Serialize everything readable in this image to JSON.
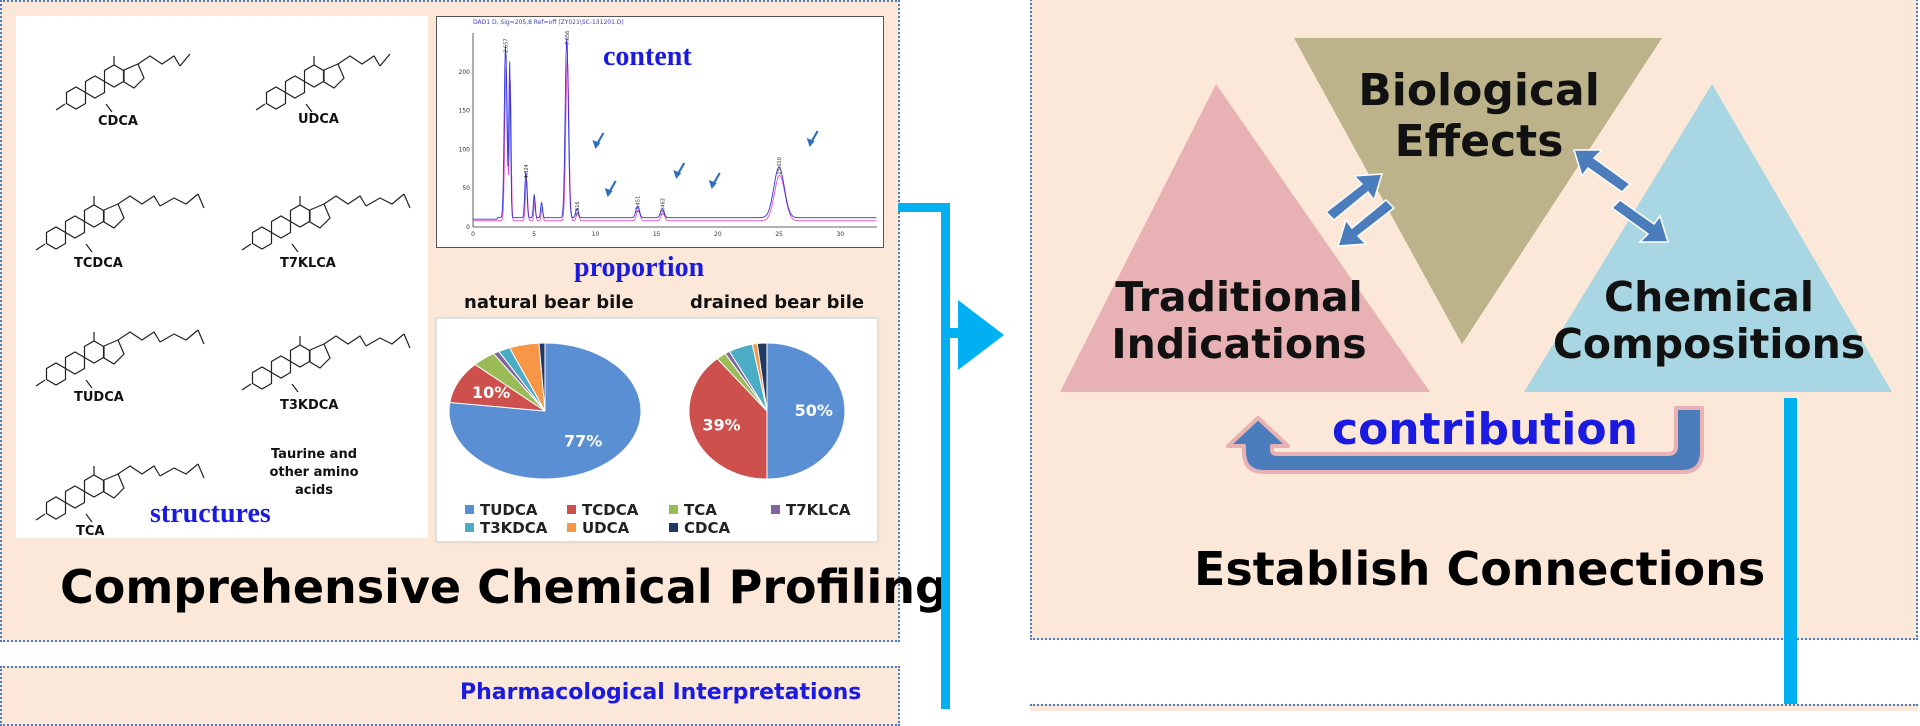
{
  "profiling": {
    "title": "Comprehensive Chemical Profiling",
    "structures_label": "structures",
    "content_label": "content",
    "proportion_label": "proportion",
    "compounds": [
      "CDCA",
      "UDCA",
      "TCDCA",
      "T7KLCA",
      "TUDCA",
      "T3KDCA",
      "TCA"
    ],
    "taurine_note": "Taurine and other amino acids",
    "chromatogram_header": "DAD1 D, Sig=205,8 Ref=off (ZY021\\SC-131201.D)",
    "pie_titles": [
      "natural bear bile",
      "drained bear bile"
    ]
  },
  "chart_data": [
    {
      "type": "pie",
      "title": "natural bear bile",
      "categories": [
        "TUDCA",
        "TCDCA",
        "TCA",
        "T7KLCA",
        "T3KDCA",
        "UDCA",
        "CDCA"
      ],
      "values": [
        77,
        10,
        4,
        1,
        2,
        5,
        1
      ],
      "data_labels": [
        "77%",
        "10%"
      ],
      "legend": "bottom"
    },
    {
      "type": "pie",
      "title": "drained bear bile",
      "categories": [
        "TUDCA",
        "TCDCA",
        "TCA",
        "T7KLCA",
        "T3KDCA",
        "UDCA",
        "CDCA"
      ],
      "values": [
        50,
        39,
        2,
        1,
        5,
        1,
        2
      ],
      "data_labels": [
        "50%",
        "39%"
      ],
      "legend": "bottom"
    }
  ],
  "legend": [
    {
      "label": "TUDCA",
      "color": "#5b8fd3"
    },
    {
      "label": "TCDCA",
      "color": "#cd504c"
    },
    {
      "label": "TCA",
      "color": "#9bbb59"
    },
    {
      "label": "T7KLCA",
      "color": "#8064a2"
    },
    {
      "label": "T3KDCA",
      "color": "#4bacc6"
    },
    {
      "label": "UDCA",
      "color": "#f79646"
    },
    {
      "label": "CDCA",
      "color": "#1f3864"
    }
  ],
  "chromatogram": {
    "y_ticks": [
      "0",
      "50",
      "100",
      "150",
      "200"
    ],
    "x_ticks": [
      "0",
      "5",
      "10",
      "15",
      "20",
      "25",
      "30"
    ],
    "peak_labels": [
      "2.657",
      "7.656",
      "4.324",
      "13.451",
      "15.463",
      "25.010",
      "8.516"
    ]
  },
  "connections": {
    "title": "Establish Connections",
    "top_triangle": "Biological Effects",
    "left_triangle": "Traditional Indications",
    "right_triangle": "Chemical Compositions",
    "contribution": "contribution"
  },
  "pharmacology": {
    "label": "Pharmacological Interpretations"
  },
  "colors": {
    "panel_bg": "#fce8d8",
    "arrow_cyan": "#00b0f0",
    "tri_pink": "#e8b2b4",
    "tri_olive": "#bcb38a",
    "tri_blue": "#a8d6e2",
    "contribution_arrow": "#4b7dbd",
    "label_blue": "#1a1ae0"
  }
}
